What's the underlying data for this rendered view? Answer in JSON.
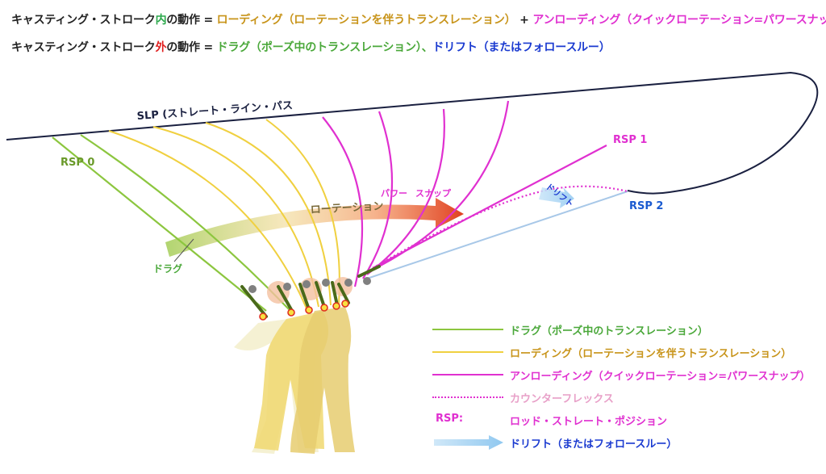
{
  "header": {
    "line1": {
      "prefix": "キャスティング・ストローク",
      "in_word": "内",
      "middle": "の動作 = ",
      "loading": "ローディング（ローテーションを伴うトランスレーション）",
      "plus": " + ",
      "unloading": "アンローディング（クイックローテーション=パワースナップ）"
    },
    "line2": {
      "prefix": "キャスティング・ストローク",
      "out_word": "外",
      "middle": "の動作 = ",
      "drag": "ドラグ（ポーズ中のトランスレーション）",
      "sep": "、",
      "drift": "ドリフト（またはフォロースルー）"
    }
  },
  "diagram": {
    "slp_label": "SLP (ストレート・ライン・パス",
    "rsp0_label": "RSP 0",
    "rsp1_label": "RSP 1",
    "rsp2_label": "RSP 2",
    "drag_label": "ドラグ",
    "rotation_label": "ローテーション",
    "power_label": "パワー",
    "snap_label": "スナップ",
    "drift_label": "ドリフト"
  },
  "legend": [
    {
      "label": "ドラグ（ポーズ中のトランスレーション）",
      "color": "#8cc63f",
      "style": "solid"
    },
    {
      "label": "ローディング（ローテーションを伴うトランスレーション）",
      "color": "#f0d040",
      "style": "solid"
    },
    {
      "label": "アンローディング（クイックローテーション=パワースナップ）",
      "color": "#e030d0",
      "style": "solid"
    },
    {
      "label": "カウンターフレックス",
      "color": "#e8a0c8",
      "style": "dotted"
    },
    {
      "label": "ロッド・ストレート・ポジション",
      "prefix": "RSP:",
      "color": "#e030d0",
      "style": "text"
    },
    {
      "label": "ドリフト（またはフォロースルー）",
      "color": "#a8d4f0",
      "style": "arrow"
    }
  ],
  "colors": {
    "drag": "#8cc63f",
    "loading": "#f0d040",
    "unloading": "#e030d0",
    "drift": "#a8d4f0",
    "header_loading": "#c8941a",
    "header_drag": "#4aa83a",
    "header_drift": "#1a3ad0",
    "in_word": "#2aa84a",
    "out_word": "#e02020",
    "rotation_arrow": "#e04020",
    "slp_line": "#1a2040"
  }
}
